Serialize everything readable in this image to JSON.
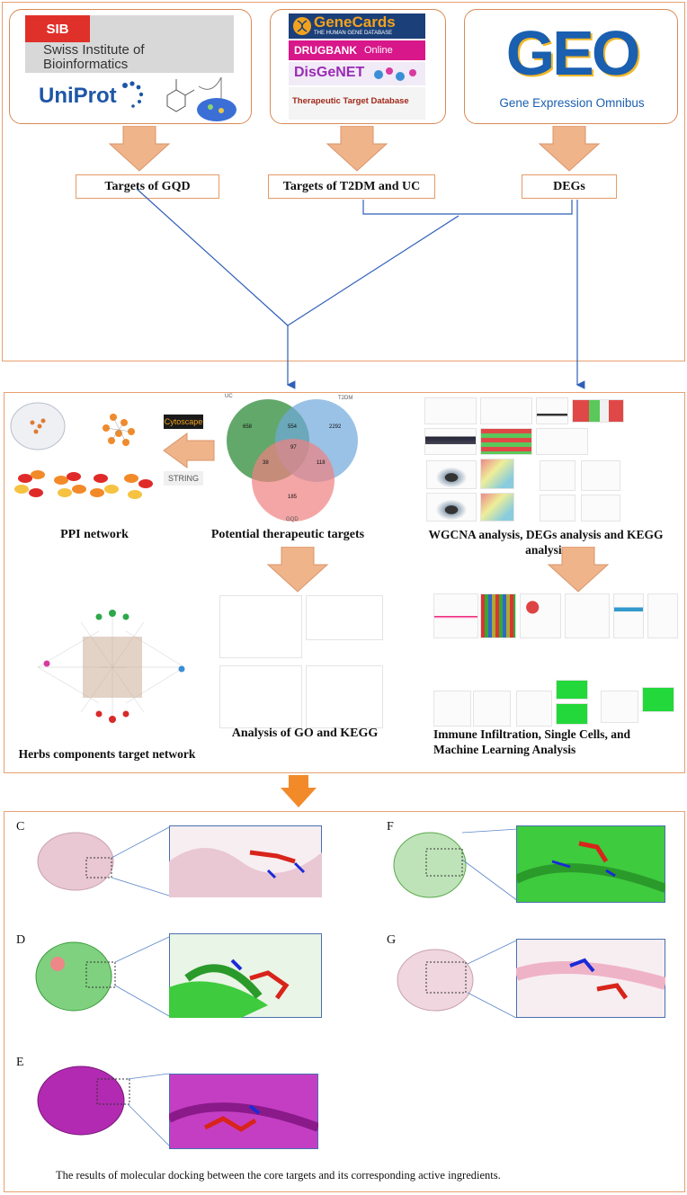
{
  "sources": {
    "sib": {
      "mark": "SIB",
      "line1": "Swiss Institute of",
      "line2": "Bioinformatics"
    },
    "uniprot": "UniProt",
    "genecards": {
      "name": "GeneCards",
      "tagline": "THE HUMAN GENE DATABASE"
    },
    "drugbank": {
      "name": "DRUGBANK",
      "suffix": "Online"
    },
    "disgenet": "DisGeNET",
    "ttd": "Therapeutic Target Database",
    "geo": {
      "mark": "GEO",
      "subtitle": "Gene Expression Omnibus"
    }
  },
  "targets": {
    "gqd": "Targets of GQD",
    "t2dm_uc": "Targets of T2DM and UC",
    "degs": "DEGs"
  },
  "venn": {
    "labels": [
      "UC",
      "T2DM",
      "GQD"
    ],
    "values": {
      "uc_only": "658",
      "t2dm_only": "2292",
      "gqd_only": "185",
      "uc_t2dm": "554",
      "uc_gqd": "38",
      "t2dm_gqd": "118",
      "all": "97"
    },
    "colors": {
      "uc": "#2e8b3a",
      "t2dm": "#6fa8dc",
      "gqd": "#f08080"
    }
  },
  "tools": {
    "cytoscape": "Cytoscape",
    "string": "STRING"
  },
  "analysis": {
    "ppi": "PPI network",
    "potential": "Potential therapeutic targets",
    "wgcna": "WGCNA analysis, DEGs analysis and KEGG analysis",
    "herbs": "Herbs components target network",
    "go_kegg": "Analysis of GO and KEGG",
    "immune": "Immune Infiltration, Single Cells, and Machine Learning Analysis"
  },
  "docking": {
    "panels": [
      "C",
      "D",
      "E",
      "F",
      "G"
    ],
    "caption": "The results of molecular docking between the core targets and its corresponding active ingredients."
  },
  "colors": {
    "frame": "#e8a070",
    "arrow": "#f0b48a",
    "arrow_bright": "#f28a2a",
    "line": "#2f5fb8"
  }
}
